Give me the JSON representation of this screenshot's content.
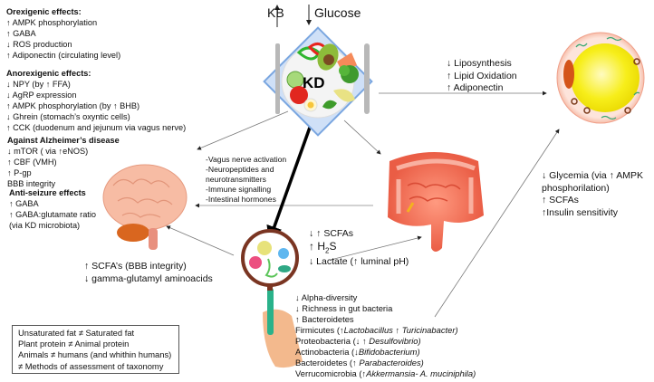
{
  "top": {
    "kb_label": "KB",
    "glucose_label": "Glucose",
    "kb_arrow": "↑",
    "glucose_arrow": "↓"
  },
  "plate": {
    "label": "KD"
  },
  "orexigenic": {
    "title": "Orexigenic effects:",
    "items": [
      "↑ AMPK phosphorylation",
      "↑ GABA",
      "↓ ROS production",
      "↑ Adiponectin (circulating level)"
    ]
  },
  "anorexigenic": {
    "title": "Anorexigenic effects:",
    "items": [
      "↓ NPY (by ↑ FFA)",
      "↓ AgRP expression",
      "↑ AMPK phosphorylation (by ↑ BHB)",
      "↓ Ghrein (stomach’s oxyntic cells)",
      "↑ CCK (duodenum and jejunum via vagus nerve)"
    ]
  },
  "alzheimer": {
    "title": "Against Alzheimer’s disease",
    "items": [
      "↓ mTOR ( via ↑eNOS)",
      "↑ CBF (VMH)",
      "↑ P-gp",
      "BBB integrity"
    ]
  },
  "antiseizure": {
    "title": "Anti-seizure effects",
    "items": [
      "↑ GABA",
      "↑ GABA:glutamate ratio",
      "(via KD microbiota)"
    ]
  },
  "brain_effects": [
    "↑ SCFA’s (BBB integrity)",
    "↓ gamma-glutamyl aminoacids"
  ],
  "gut_brain_axis": [
    "-Vagus nerve activation",
    "-Neuropeptides and",
    "neurotransmitters",
    "-Immune signalling",
    "-Intestinal hormones"
  ],
  "adipose_effects": [
    "↓  Liposynthesis",
    "↑ Lipid Oxidation",
    "↑ Adiponectin"
  ],
  "metabolic_effects": [
    "↓  Glycemia (via ↑ AMPK",
    "phosphorilation)",
    "↑  SCFAs",
    "↑Insulin sensitivity"
  ],
  "microbiota_metabolites": [
    "↓ ↑  SCFAs",
    "↑ H",
    "↓ Lactate (↑ luminal pH)"
  ],
  "h2s_subscript": "2",
  "h2s_suffix": "S",
  "microbiota_changes": [
    "↓ Alpha-diversity",
    "↓ Richness in gut bacteria",
    "↑  Bacteroidetes"
  ],
  "taxa": [
    {
      "phylum": "Firmicutes (",
      "genus": "↑Lactobacillus ↑ Turicinabacter)"
    },
    {
      "phylum": "Proteobacteria  (↓ ↑ ",
      "genus": "Desulfovibrio)"
    },
    {
      "phylum": "Actinobacteria (↓",
      "genus": "Bifidobacterium)"
    },
    {
      "phylum": "Bacteroidetes (↑ ",
      "genus": "Parabacteroides)"
    },
    {
      "phylum": "Verrucomicrobia (↑",
      "genus": "Akkermansia- A. muciniphila)"
    }
  ],
  "caveats_box": [
    "Unsaturated fat ≠ Saturated fat",
    "Plant protein ≠ Animal protein",
    "Animals ≠ humans (and whithin humans)",
    "≠ Methods of assessment of taxonomy"
  ],
  "colors": {
    "brain": "#f6b59c",
    "cerebellum": "#d9661f",
    "intestine": "#f0735a",
    "adipocyte_fat": "#f7ef1a",
    "adipocyte_membrane": "#f7c9b8",
    "magnifier_rim": "#7a3522",
    "hand": "#f3b98d",
    "plate_cloth": "#7aa6e0"
  }
}
